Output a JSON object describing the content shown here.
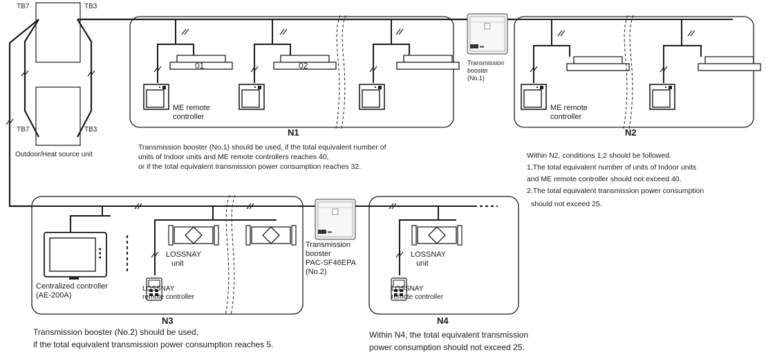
{
  "outdoor": {
    "tb7_top": "TB7",
    "tb3_top": "TB3",
    "tb7_bottom": "TB7",
    "tb3_bottom": "TB3",
    "label": "Outdoor/Heat source unit"
  },
  "n1": {
    "label": "N1",
    "unit1": "01",
    "unit2": "02",
    "remote_label_1": "ME remote",
    "remote_label_2": "controller",
    "note_lines": [
      "Transmission booster (No.1) should be used, if the total equivalent number of",
      "units of Indoor units and ME remote controllers reaches 40,",
      "or if the total equivalent transmission power consumption reaches 32."
    ]
  },
  "booster1": {
    "line1": "Transmission",
    "line2": "booster",
    "line3": "(No.1)"
  },
  "n2": {
    "label": "N2",
    "remote_label_1": "ME remote",
    "remote_label_2": "controller",
    "note_lines": [
      "Within N2, conditions 1,2 should be followed.",
      "1.The total equivalent number of units of Indoor units",
      "  and ME remote controller should not exceed 40.",
      "2.The total equivalent transmission power consumption",
      "  should not exceed 25."
    ]
  },
  "n3": {
    "label": "N3",
    "central_label_1": "Centralized controller",
    "central_label_2": "(AE-200A)",
    "lossnay_unit_1": "LOSSNAY",
    "lossnay_unit_2": "unit",
    "lossnay_remote_1": "LOSSNAY",
    "lossnay_remote_2": "remote controller",
    "note_lines": [
      "Transmission booster (No.2) should be used,",
      "if the total equivalent transmission power consumption reaches 5."
    ]
  },
  "booster2": {
    "line1": "Transmission",
    "line2": "booster",
    "line3": "PAC-SF46EPA",
    "line4": "(No.2)"
  },
  "n4": {
    "label": "N4",
    "lossnay_unit_1": "LOSSNAY",
    "lossnay_unit_2": "unit",
    "lossnay_remote_1": "LOSSNAY",
    "lossnay_remote_2": "remote controller",
    "note_lines": [
      "Within N4, the total equivalent transmission",
      "power consumption should not exceed 25."
    ]
  }
}
